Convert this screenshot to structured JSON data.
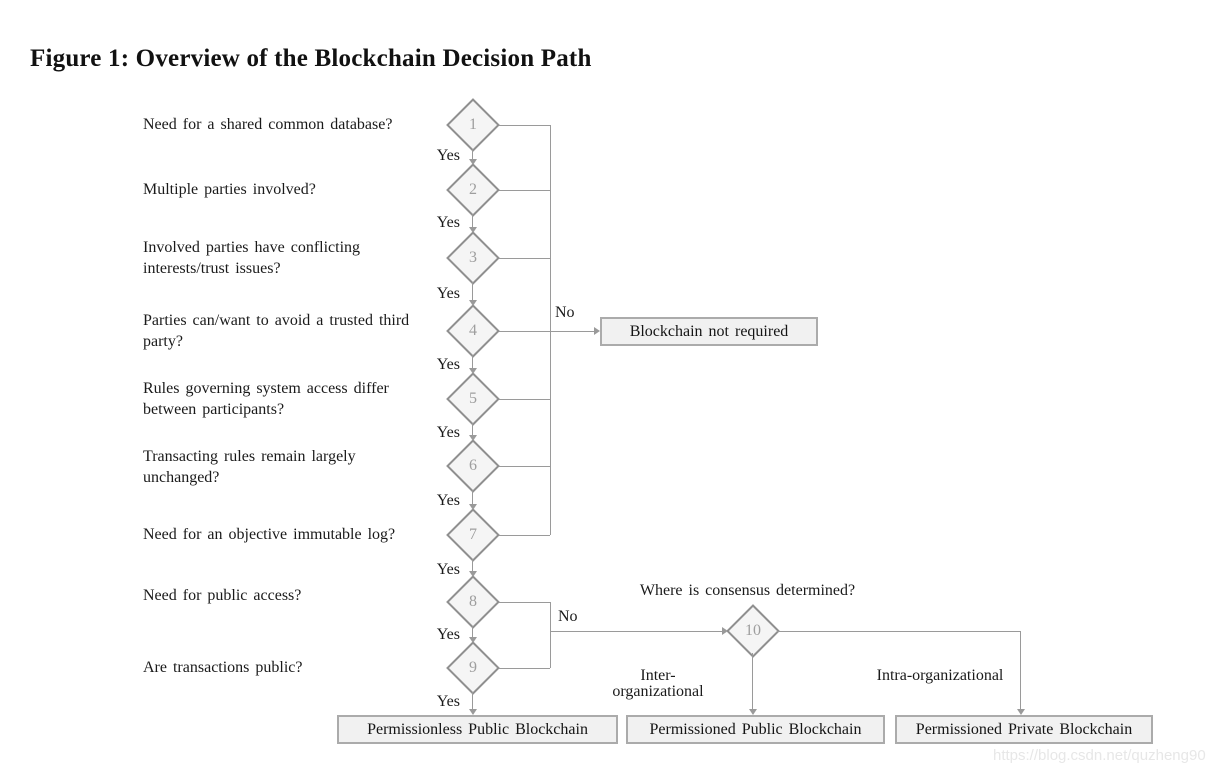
{
  "figure": {
    "title": "Figure 1: Overview of the Blockchain Decision Path"
  },
  "flowchart": {
    "yes": "Yes",
    "no": "No",
    "steps": [
      {
        "num": "1",
        "question": "Need for a shared common database?"
      },
      {
        "num": "2",
        "question": "Multiple parties involved?"
      },
      {
        "num": "3",
        "question": "Involved parties have conflicting interests/trust issues?"
      },
      {
        "num": "4",
        "question": "Parties can/want to avoid a trusted third party?"
      },
      {
        "num": "5",
        "question": "Rules governing system access differ between participants?"
      },
      {
        "num": "6",
        "question": "Transacting rules remain largely unchanged?"
      },
      {
        "num": "7",
        "question": "Need for an objective immutable log?"
      },
      {
        "num": "8",
        "question": "Need for public access?"
      },
      {
        "num": "9",
        "question": "Are transactions public?"
      }
    ],
    "consensus": {
      "num": "10",
      "question": "Where is consensus determined?",
      "inter_label": "Inter-organizational",
      "intra_label": "Intra-organizational"
    },
    "outcomes": {
      "not_required": "Blockchain not required",
      "permissionless_public": "Permissionless Public Blockchain",
      "permissioned_public": "Permissioned Public Blockchain",
      "permissioned_private": "Permissioned Private Blockchain"
    },
    "colors": {
      "line": "#9a9a9a",
      "node_fill": "#f5f5f5",
      "node_border": "#8f8f8f",
      "node_number": "#9e9e9e",
      "box_fill": "#f1f1f1",
      "box_border": "#ababab",
      "text": "#1a1a1a"
    }
  },
  "watermark": "https://blog.csdn.net/quzheng90"
}
